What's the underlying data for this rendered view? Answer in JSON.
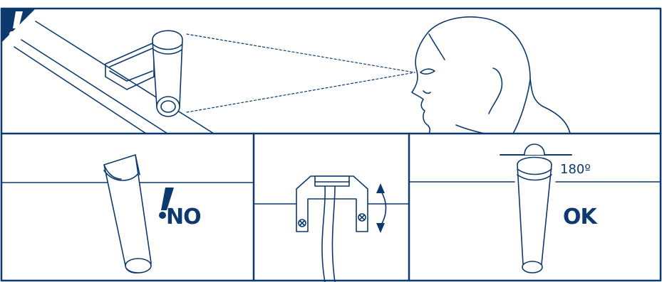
{
  "colors": {
    "ink": "#0d3a6e",
    "paper": "#ffffff"
  },
  "icons": {
    "warning_top": "exclamation-warning-icon",
    "warning_no": "exclamation-icon",
    "rotate": "rotate-arrows-icon"
  },
  "panels": {
    "top": {
      "description_icon": "exclamation-warning-icon"
    },
    "bottom_left": {
      "label": "NO"
    },
    "bottom_middle": {},
    "bottom_right": {
      "label": "OK",
      "angle_label": "180º"
    }
  }
}
